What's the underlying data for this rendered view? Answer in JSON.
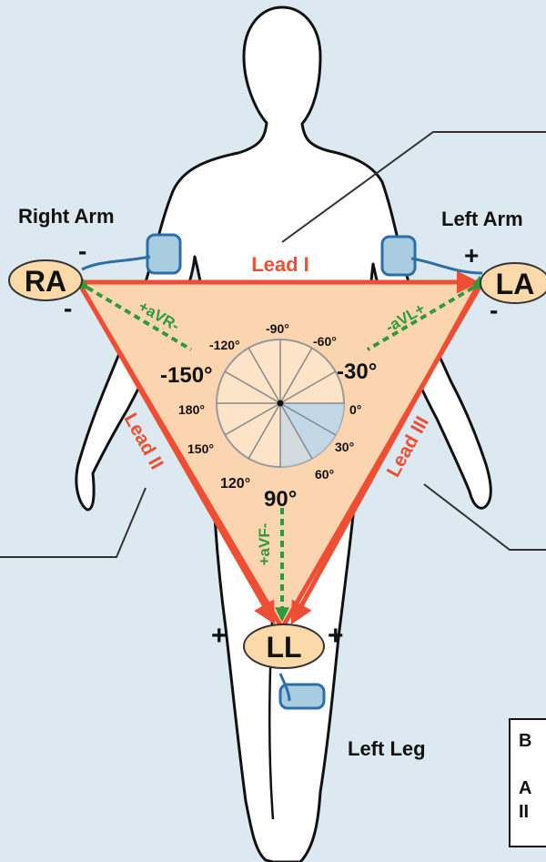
{
  "labels": {
    "right_arm": "Right Arm",
    "left_arm": "Left Arm",
    "left_leg": "Left Leg",
    "ra": "RA",
    "la": "LA",
    "ll": "LL",
    "lead_i": "Lead I",
    "lead_ii": "Lead II",
    "lead_iii": "Lead III",
    "avr": "+aVR-",
    "avl": "-aVL+",
    "avf": "+aVF-",
    "minus": "-",
    "plus": "+"
  },
  "angles": {
    "big": [
      "-150°",
      "-30°",
      "90°"
    ],
    "small": [
      "-120°",
      "-90°",
      "-60°",
      "180°",
      "0°",
      "150°",
      "30°",
      "120°",
      "60°"
    ]
  },
  "box_fragment": [
    "B",
    "A",
    "II"
  ],
  "colors": {
    "background": "#dce9f0",
    "triangle_fill": "#fbd5b0",
    "lead_arrow": "#ee4e34",
    "augmented": "#2e9a3a",
    "electrode": "#fbd9a9",
    "cable": "#2a6fa8"
  }
}
